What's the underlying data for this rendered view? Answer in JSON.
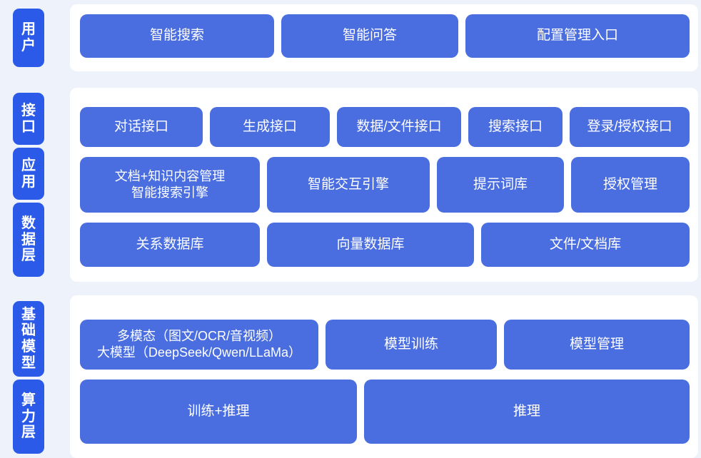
{
  "colors": {
    "page_background": "#eef2fa",
    "panel_background": "#ffffff",
    "box_blue": "#4a6ee0",
    "tab_blue": "#2b5ae8",
    "text_white": "#ffffff"
  },
  "layers": [
    {
      "id": "user",
      "tab_label": "用户",
      "boxes": [
        {
          "id": "intelligent-search",
          "label": "智能搜索"
        },
        {
          "id": "intelligent-qa",
          "label": "智能问答"
        },
        {
          "id": "config-management-entry",
          "label": "配置管理入口"
        }
      ]
    },
    {
      "id": "interface",
      "tab_label": "接口",
      "boxes": [
        {
          "id": "dialog-api",
          "label": "对话接口"
        },
        {
          "id": "generation-api",
          "label": "生成接口"
        },
        {
          "id": "data-file-api",
          "label": "数据/文件接口"
        },
        {
          "id": "search-api",
          "label": "搜索接口"
        },
        {
          "id": "login-auth-api",
          "label": "登录/授权接口"
        }
      ]
    },
    {
      "id": "application",
      "tab_label": "应用",
      "boxes": [
        {
          "id": "doc-knowledge-management",
          "line1": "文档+知识内容管理",
          "line2": "智能搜索引擎"
        },
        {
          "id": "interaction-engine",
          "label": "智能交互引擎"
        },
        {
          "id": "prompt-library",
          "label": "提示词库"
        },
        {
          "id": "authorization-management",
          "label": "授权管理"
        }
      ]
    },
    {
      "id": "data",
      "tab_label": "数据层",
      "boxes": [
        {
          "id": "relational-database",
          "label": "关系数据库"
        },
        {
          "id": "vector-database",
          "label": "向量数据库"
        },
        {
          "id": "file-document-store",
          "label": "文件/文档库"
        }
      ]
    },
    {
      "id": "foundation-model",
      "tab_label": "基础模型",
      "boxes": [
        {
          "id": "multimodal-llm",
          "line1": "多模态（图文/OCR/音视频）",
          "line2": "大模型（DeepSeek/Qwen/LLaMa）"
        },
        {
          "id": "model-training",
          "label": "模型训练"
        },
        {
          "id": "model-management",
          "label": "模型管理"
        }
      ]
    },
    {
      "id": "compute",
      "tab_label": "算力层",
      "boxes": [
        {
          "id": "training-and-inference",
          "label": "训练+推理"
        },
        {
          "id": "inference",
          "label": "推理"
        }
      ]
    }
  ]
}
